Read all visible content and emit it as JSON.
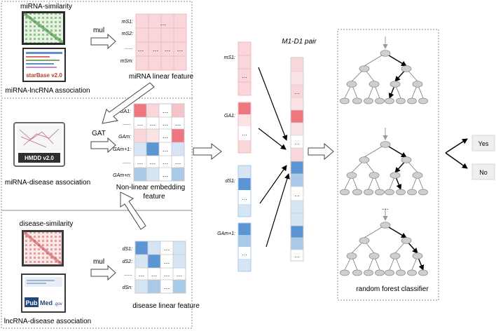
{
  "colors": {
    "pink_light": "#f9d6da",
    "pink_mid": "#f4b9c0",
    "pink_dark": "#ee767f",
    "blue_light": "#d6e5f3",
    "blue_mid": "#a9c9e8",
    "blue_dark": "#5b95d4",
    "panel_border": "#8c8c8c",
    "arrow": "#000000",
    "node_fill": "#cfcfcf"
  },
  "panels": {
    "mirna": {
      "title": "miRNA-similarity",
      "assoc_label": "miRNA-lncRNA association",
      "starbase_logo": "starBase v2.0",
      "op_label": "mul",
      "matrix_caption": "miRNA linear feature",
      "row_labels": [
        "mS1:",
        "mS2:",
        "......",
        "mSm:"
      ],
      "dots": "…"
    },
    "hmdd": {
      "assoc_label": "miRNA-disease association",
      "logo_label": "HMDD v2.0",
      "op_label": "GAT",
      "caption_line1": "Non-linear embedding",
      "caption_line2": "feature",
      "row_labels": [
        "GA1:",
        "......",
        "GAm:",
        "GAm+1:",
        "......",
        "GAm+n:"
      ],
      "dots": "…"
    },
    "disease": {
      "title": "disease-similarity",
      "assoc_label": "lncRNA-disease association",
      "pubmed_logo_1": "Pub",
      "pubmed_logo_2": "Med",
      "pubmed_logo_3": ".gov",
      "op_label": "mul",
      "matrix_caption": "disease linear feature",
      "row_labels": [
        "dS1:",
        "dS2:",
        "......",
        "dSn:"
      ],
      "dots": "…"
    }
  },
  "vectors": {
    "labels": [
      "mS1:",
      "GA1:",
      "dS1:",
      "GAm+1:"
    ],
    "dots": "…"
  },
  "pair": {
    "title": "M1-D1 pair",
    "dots": "…"
  },
  "forest": {
    "caption": "random forest classifier",
    "dots": "…"
  },
  "outputs": {
    "yes": "Yes",
    "no": "No"
  }
}
